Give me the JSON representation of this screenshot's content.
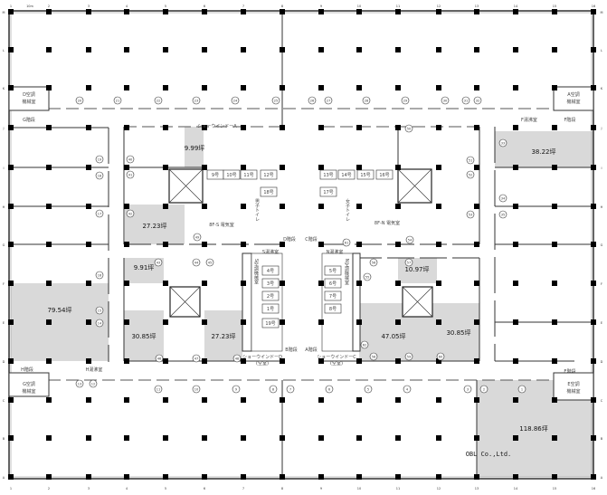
{
  "plan": {
    "company": "OBL Co.,Ltd.",
    "scale_label": "10m",
    "column_labels": [
      "1",
      "2",
      "3",
      "4",
      "5",
      "6",
      "7",
      "8",
      "9",
      "10",
      "11",
      "12",
      "13",
      "14",
      "15",
      "16"
    ],
    "row_labels": [
      "M",
      "L",
      "K",
      "J",
      "I",
      "H",
      "G",
      "F",
      "E",
      "D",
      "C",
      "B",
      "A"
    ],
    "vacant_color": "#d9d9d9",
    "vacancies": [
      {
        "label": "9.99坪"
      },
      {
        "label": "27.23坪"
      },
      {
        "label": "38.22坪"
      },
      {
        "label": "9.91坪"
      },
      {
        "label": "79.54坪"
      },
      {
        "label": "30.85坪"
      },
      {
        "label": "27.23坪"
      },
      {
        "label": "10.97坪"
      },
      {
        "label": "47.05坪"
      },
      {
        "label": "30.85坪"
      },
      {
        "label": "118.86坪"
      }
    ],
    "rooms": [
      {
        "label": "D空調"
      },
      {
        "label": "機械室"
      },
      {
        "label": "G階段"
      },
      {
        "label": "A空調"
      },
      {
        "label": "機械室"
      },
      {
        "label": "F階段"
      },
      {
        "label": "F湯沸室"
      },
      {
        "label": "ショーウインドーA"
      },
      {
        "label": "8F-S 電気室"
      },
      {
        "label": "D階段"
      },
      {
        "label": "C階段"
      },
      {
        "label": "8F-N 電気室"
      },
      {
        "label": "S空調機械室"
      },
      {
        "label": "N空調機械室"
      },
      {
        "label": "B階段"
      },
      {
        "label": "A階段"
      },
      {
        "label": "ショーウインドーD"
      },
      {
        "label": "(空室)"
      },
      {
        "label": "ショーウインドーC"
      },
      {
        "label": "(空室)"
      },
      {
        "label": "H階段"
      },
      {
        "label": "H湯沸室"
      },
      {
        "label": "G空調"
      },
      {
        "label": "機械室"
      },
      {
        "label": "E空調"
      },
      {
        "label": "機械室"
      },
      {
        "label": "E階段"
      },
      {
        "label": "男子トイレ"
      },
      {
        "label": "女子トイレ"
      },
      {
        "label": "S湯沸室"
      },
      {
        "label": "N湯沸室"
      }
    ],
    "elevators": [
      "9号",
      "10号",
      "11号",
      "12号",
      "13号",
      "14号",
      "15号",
      "16号",
      "17号",
      "18号",
      "4号",
      "3号",
      "2号",
      "1号",
      "19号",
      "5号",
      "6号",
      "7号",
      "8号"
    ],
    "tenant_numbers": [
      "20",
      "21",
      "22",
      "23",
      "24",
      "25",
      "26",
      "27",
      "28",
      "29",
      "30",
      "31",
      "32",
      "33",
      "34",
      "35",
      "19",
      "18",
      "17",
      "16",
      "15",
      "14",
      "13",
      "12",
      "11",
      "10",
      "9",
      "8",
      "7",
      "6",
      "5",
      "4",
      "3",
      "2",
      "1",
      "40",
      "41",
      "42",
      "43",
      "44",
      "45",
      "46",
      "47",
      "48",
      "49",
      "50",
      "51",
      "52",
      "53",
      "54",
      "55",
      "56",
      "57",
      "58",
      "59",
      "60",
      "61",
      "62"
    ]
  }
}
